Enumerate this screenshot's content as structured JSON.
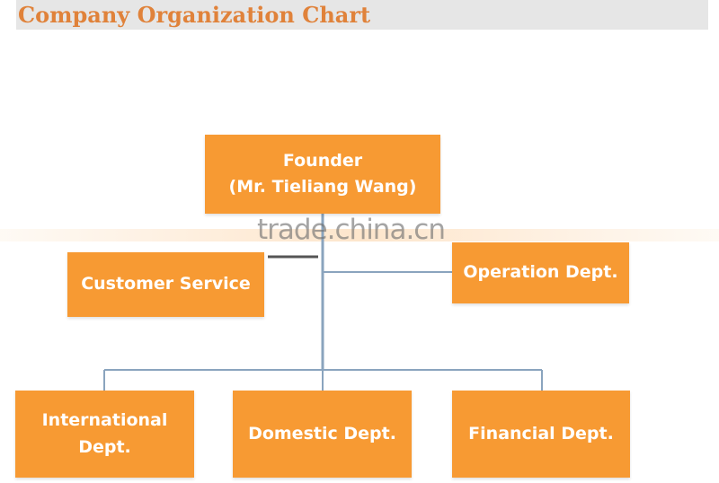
{
  "header": {
    "title": "Company Organization Chart"
  },
  "org_chart": {
    "root": {
      "line1": "Founder",
      "line2": "(Mr. Tieliang Wang)"
    },
    "side_units": {
      "left": "Customer Service",
      "right": "Operation Dept."
    },
    "departments": [
      {
        "line1": "International",
        "line2": "Dept."
      },
      {
        "line1": "Domestic Dept.",
        "line2": ""
      },
      {
        "line1": "Financial Dept.",
        "line2": ""
      }
    ]
  },
  "watermark": "trade.china.cn",
  "colors": {
    "box_fill": "#f79a33",
    "box_text": "#ffffff",
    "title_text": "#e0823a",
    "title_bar": "#e6e6e6",
    "connector": "#8aa4be"
  }
}
